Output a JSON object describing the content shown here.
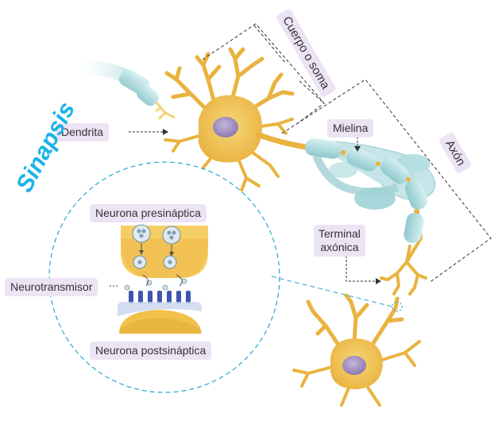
{
  "labels": {
    "dendrita": "Dendrita",
    "cuerpo_soma": "Cuerpo o soma",
    "mielina": "Mielina",
    "axon": "Axón",
    "terminal_line1": "Terminal",
    "terminal_line2": "axónica",
    "sinapsis": "Sinapsis",
    "presinaptica": "Neurona presináptica",
    "neurotransmisor": "Neurotransmisor",
    "postsinaptica": "Neurona postsináptica"
  },
  "colors": {
    "neuron_body": "#f1c24a",
    "neuron_shade": "#e2a838",
    "nucleus": "#a593c0",
    "myelin": "#a9d8dc",
    "myelin_edge": "#7fbcc3",
    "label_bg": "#ece4f5",
    "sinapsis_accent": "#19b3ea",
    "receptor": "#3f55b0"
  }
}
